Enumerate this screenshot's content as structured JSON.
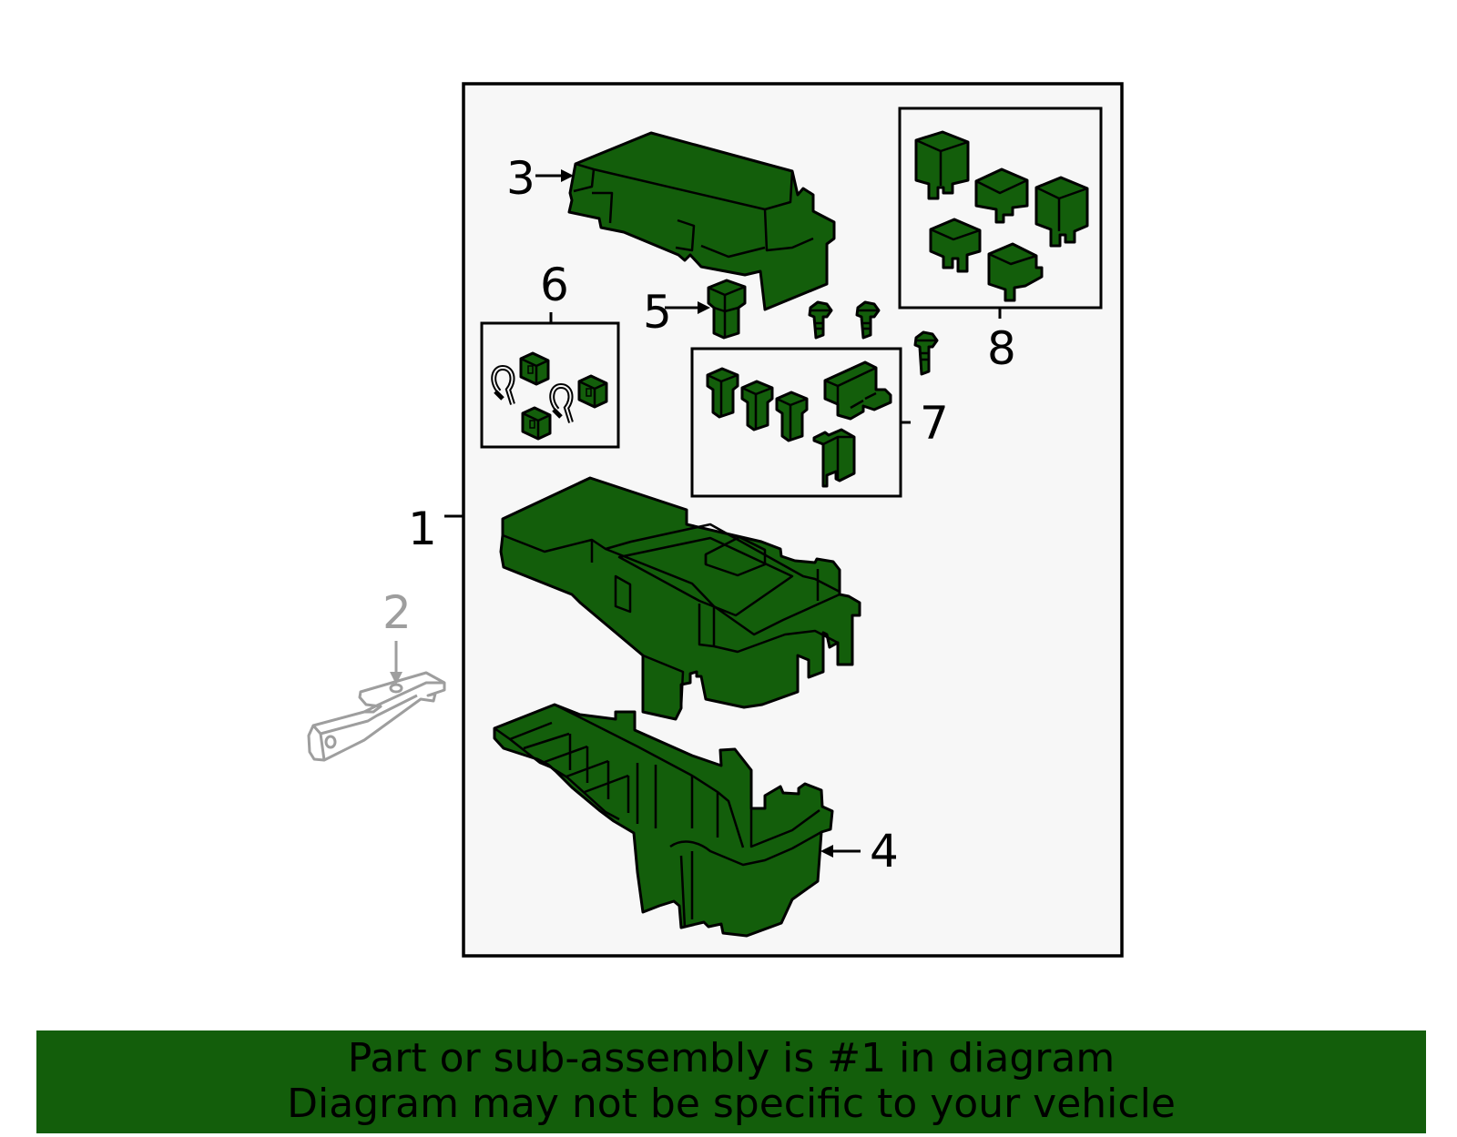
{
  "callouts": {
    "c1": "1",
    "c2": "2",
    "c3": "3",
    "c4": "4",
    "c5": "5",
    "c6": "6",
    "c7": "7",
    "c8": "8"
  },
  "parts": {
    "p1": "fuse-block-housing",
    "p2": "mounting-bracket",
    "p3": "upper-cover",
    "p4": "lower-cover",
    "p5": "fuse",
    "p6": "terminals-kit",
    "p7": "fuses-kit",
    "p8": "relays-kit"
  },
  "footer": {
    "line1": "Part or sub-assembly is #1 in diagram",
    "line2": "Diagram may not be specific to your vehicle"
  },
  "colors": {
    "part_fill": "#135e0b",
    "banner": "#135e0b",
    "panel": "#f7f7f7",
    "not_included_part": "#9e9e9e"
  }
}
